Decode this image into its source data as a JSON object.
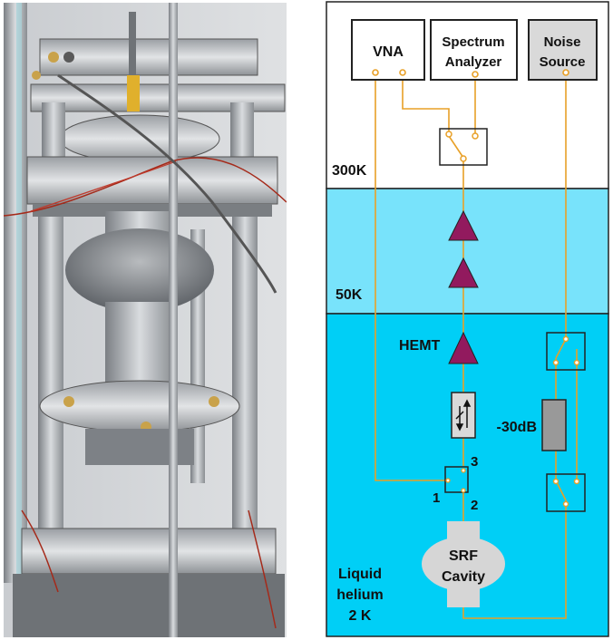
{
  "photo": {
    "description": "Photograph of SRF cavity test stand with support rods, flanges and wiring"
  },
  "diagram": {
    "zones": [
      {
        "id": "room",
        "label": "300K",
        "color": "#ffffff"
      },
      {
        "id": "stage50",
        "label": "50K",
        "color": "#78e3fb"
      },
      {
        "id": "helium",
        "label_lines": [
          "Liquid",
          "helium",
          "2 K"
        ],
        "color": "#00cff6"
      }
    ],
    "instruments": {
      "vna": {
        "label": "VNA",
        "fill": "#ffffff"
      },
      "spectrum_analyzer": {
        "label_lines": [
          "Spectrum",
          "Analyzer"
        ],
        "fill": "#ffffff"
      },
      "noise_source": {
        "label_lines": [
          "Noise",
          "Source"
        ],
        "fill": "#d9d9d9"
      }
    },
    "amplifiers": {
      "hemt_label": "HEMT",
      "color": "#921a5e",
      "count": 3
    },
    "isolator": {
      "icon": "isolator-arrows-icon",
      "fill": "#d9d9d9"
    },
    "attenuator": {
      "label": "-30dB",
      "fill": "#999999"
    },
    "circulator": {
      "ports": [
        "1",
        "2",
        "3"
      ]
    },
    "cavity": {
      "label_lines": [
        "SRF",
        "Cavity"
      ],
      "fill": "#d6d6d6"
    },
    "wire_color": "#e8a027"
  }
}
